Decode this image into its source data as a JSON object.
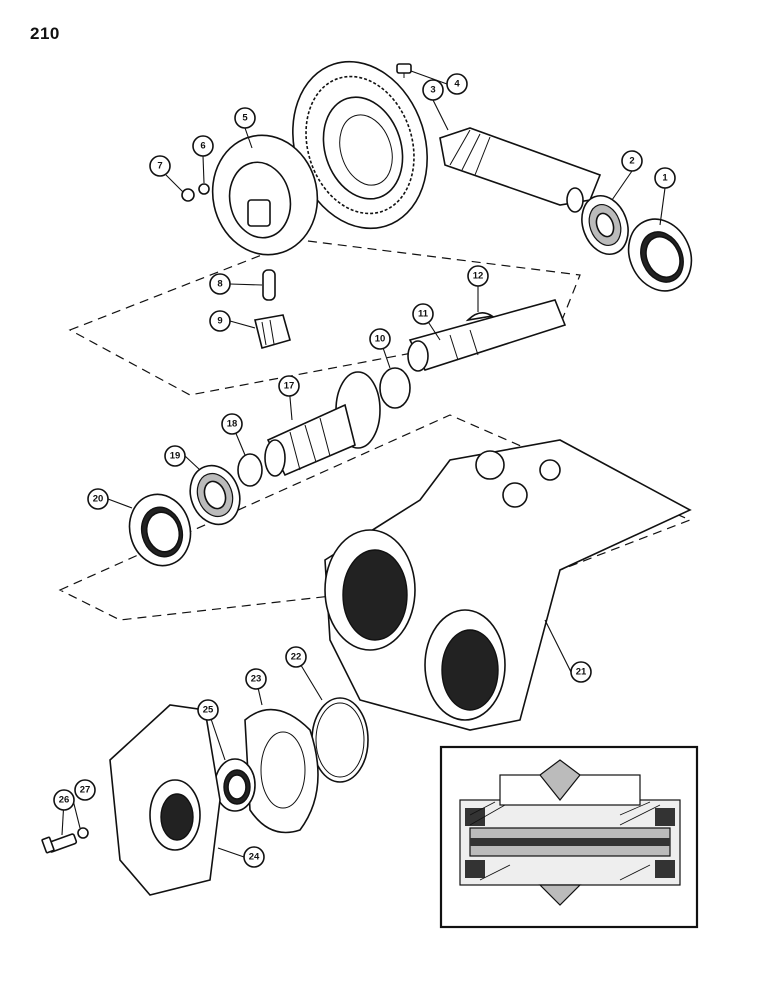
{
  "page_number": "210",
  "callouts": [
    {
      "id": "c1",
      "label": "1"
    },
    {
      "id": "c2",
      "label": "2"
    },
    {
      "id": "c3",
      "label": "3"
    },
    {
      "id": "c4",
      "label": "4"
    },
    {
      "id": "c5",
      "label": "5"
    },
    {
      "id": "c6",
      "label": "6"
    },
    {
      "id": "c7",
      "label": "7"
    },
    {
      "id": "c8",
      "label": "8"
    },
    {
      "id": "c9",
      "label": "9"
    },
    {
      "id": "c10",
      "label": "10"
    },
    {
      "id": "c11",
      "label": "11"
    },
    {
      "id": "c12",
      "label": "12"
    },
    {
      "id": "c17",
      "label": "17"
    },
    {
      "id": "c18",
      "label": "18"
    },
    {
      "id": "c19",
      "label": "19"
    },
    {
      "id": "c20",
      "label": "20"
    },
    {
      "id": "c21",
      "label": "21"
    },
    {
      "id": "c22",
      "label": "22"
    },
    {
      "id": "c23",
      "label": "23"
    },
    {
      "id": "c24",
      "label": "24"
    },
    {
      "id": "c25",
      "label": "25"
    },
    {
      "id": "c26",
      "label": "26"
    },
    {
      "id": "c27",
      "label": "27"
    }
  ],
  "icons": [
    "ring-gear",
    "pinion-shaft",
    "bearing-cup",
    "bearing-cone",
    "differential-case",
    "transmission-housing",
    "cross-section-inset"
  ]
}
